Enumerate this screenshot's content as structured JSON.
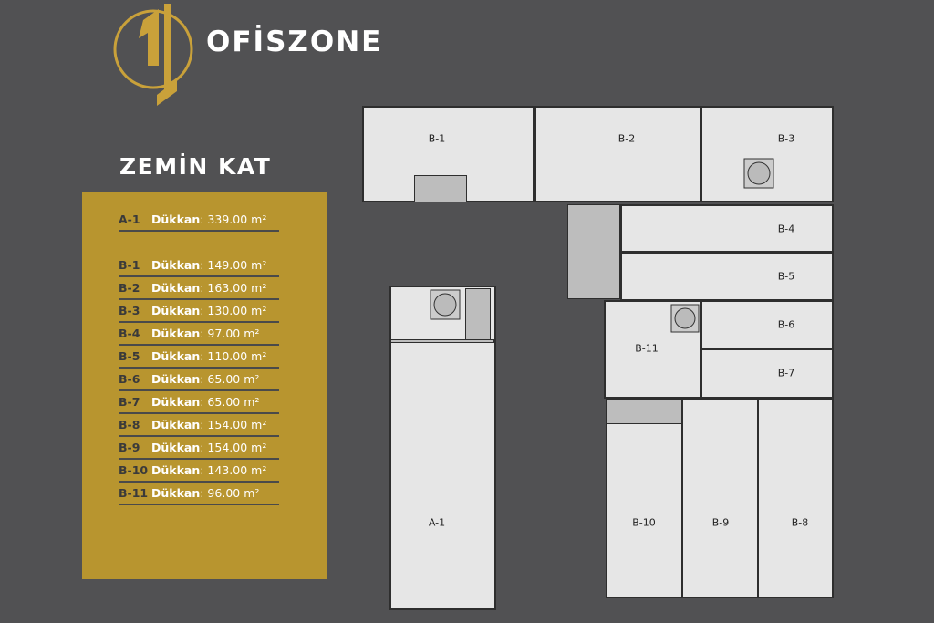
{
  "brand": {
    "name": "OFİSZONE",
    "logo_color": "#c9a13a"
  },
  "floor_title": "ZEMİN KAT",
  "units": [
    {
      "code": "A-1",
      "type": "Dükkan",
      "area": ": 339.00 m²"
    },
    {
      "code": "B-1",
      "type": "Dükkan",
      "area": ": 149.00 m²"
    },
    {
      "code": "B-2",
      "type": "Dükkan",
      "area": ": 163.00 m²"
    },
    {
      "code": "B-3",
      "type": "Dükkan",
      "area": ": 130.00 m²"
    },
    {
      "code": "B-4",
      "type": "Dükkan",
      "area": ": 97.00 m²"
    },
    {
      "code": "B-5",
      "type": "Dükkan",
      "area": ": 110.00 m²"
    },
    {
      "code": "B-6",
      "type": "Dükkan",
      "area": ": 65.00 m²"
    },
    {
      "code": "B-7",
      "type": "Dükkan",
      "area": ": 65.00 m²"
    },
    {
      "code": "B-8",
      "type": "Dükkan",
      "area": ": 154.00 m²"
    },
    {
      "code": "B-9",
      "type": "Dükkan",
      "area": ": 154.00 m²"
    },
    {
      "code": "B-10",
      "type": "Dükkan",
      "area": ": 143.00 m²"
    },
    {
      "code": "B-11",
      "type": "Dükkan",
      "area": ": 96.00 m²"
    }
  ],
  "plan_labels": {
    "A1": "A-1",
    "B1": "B-1",
    "B2": "B-2",
    "B3": "B-3",
    "B4": "B-4",
    "B5": "B-5",
    "B6": "B-6",
    "B7": "B-7",
    "B8": "B-8",
    "B9": "B-9",
    "B10": "B-10",
    "B11": "B-11"
  }
}
